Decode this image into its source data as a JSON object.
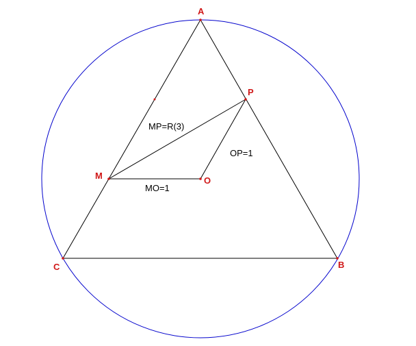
{
  "colors": {
    "circle": "#0000cc",
    "segment": "#000000",
    "point": "#d01818",
    "background": "#ffffff"
  },
  "points": {
    "A": {
      "label": "A"
    },
    "B": {
      "label": "B"
    },
    "C": {
      "label": "C"
    },
    "M": {
      "label": "M"
    },
    "O": {
      "label": "O"
    },
    "P": {
      "label": "P"
    }
  },
  "segment_labels": {
    "mp": "MP=R(3)",
    "op": "OP=1",
    "mo": "MO=1"
  }
}
